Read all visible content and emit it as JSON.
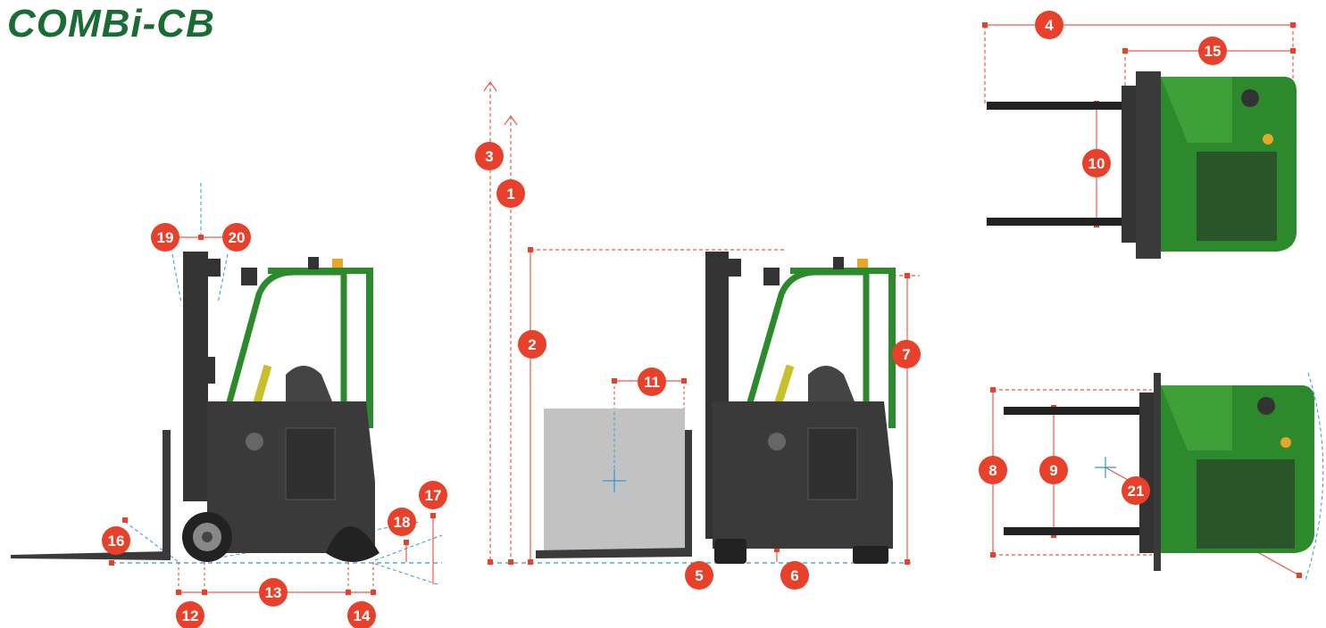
{
  "brand": {
    "name": "COMBi-CB"
  },
  "colors": {
    "brand_green": "#1b6b34",
    "body_green": "#2c8a2c",
    "chassis_dark": "#3a3a3a",
    "marker_red": "#e8412b",
    "dim_red": "#e85a4a",
    "ref_blue": "#2a9bd6",
    "load_grey": "#c2c2c2"
  },
  "views": {
    "side_left": {
      "labels": [
        "12",
        "13",
        "14",
        "16",
        "17",
        "18",
        "19",
        "20"
      ]
    },
    "side_center": {
      "labels": [
        "1",
        "2",
        "3",
        "5",
        "6",
        "7",
        "11"
      ]
    },
    "top_upper": {
      "labels": [
        "4",
        "10",
        "15"
      ]
    },
    "top_lower": {
      "labels": [
        "8",
        "9",
        "21"
      ]
    }
  },
  "markers": [
    "1",
    "2",
    "3",
    "4",
    "5",
    "6",
    "7",
    "8",
    "9",
    "10",
    "11",
    "12",
    "13",
    "14",
    "15",
    "16",
    "17",
    "18",
    "19",
    "20",
    "21"
  ]
}
